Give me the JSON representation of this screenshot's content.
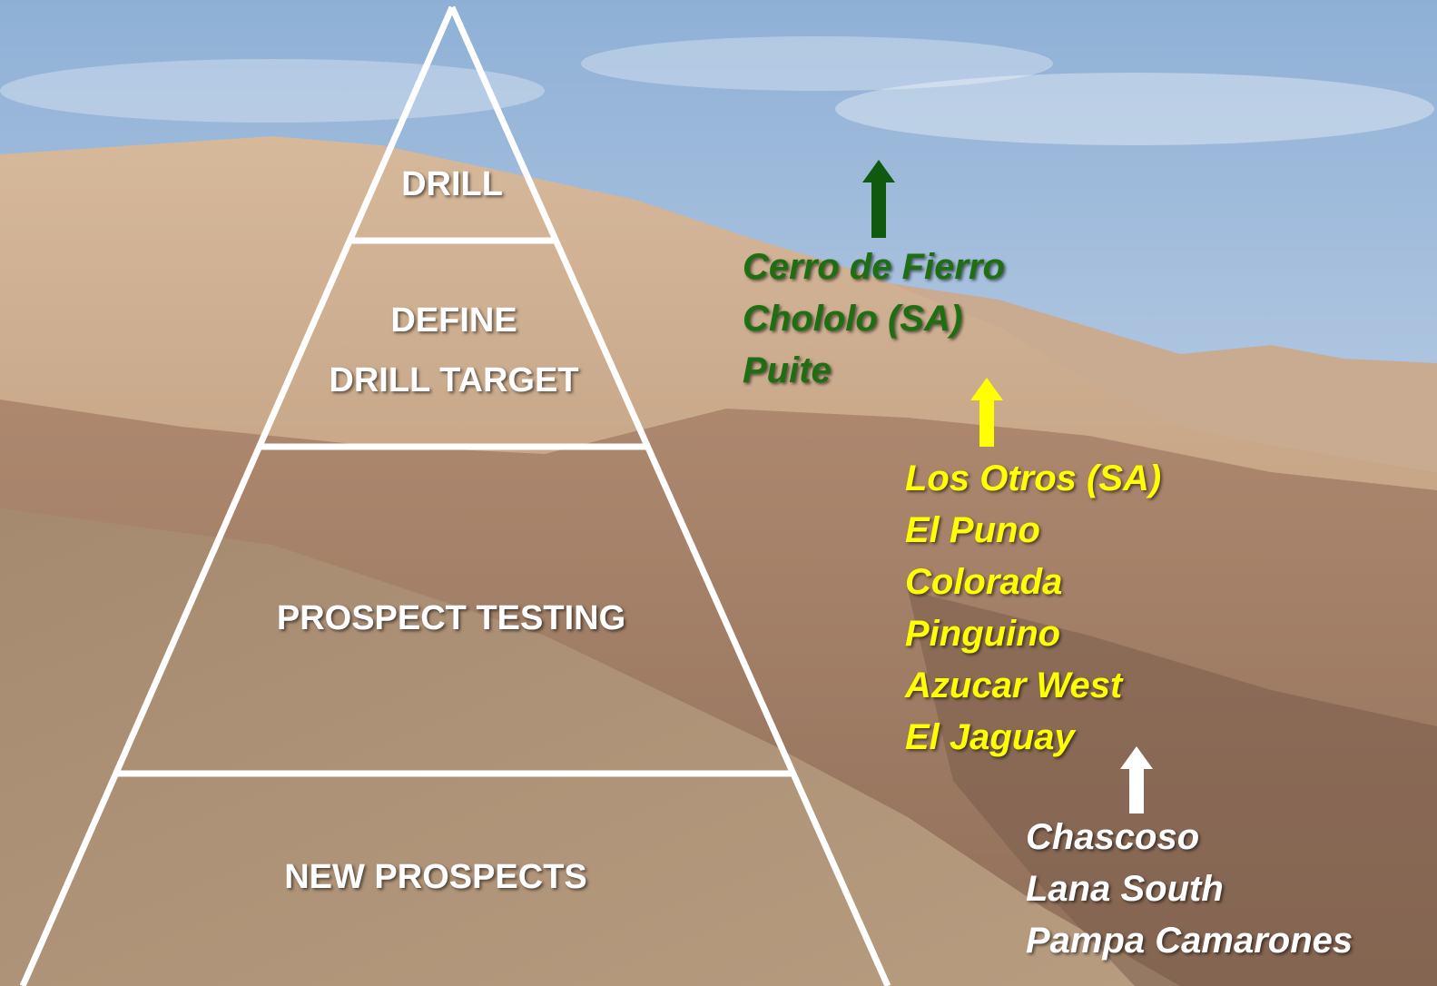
{
  "pyramid": {
    "tiers": [
      {
        "id": "drill",
        "lines": [
          "DRILL"
        ]
      },
      {
        "id": "define",
        "lines": [
          "DEFINE",
          "DRILL TARGET"
        ]
      },
      {
        "id": "prospect_testing",
        "lines": [
          "PROSPECT TESTING"
        ]
      },
      {
        "id": "new_prospects",
        "lines": [
          "NEW PROSPECTS"
        ]
      }
    ],
    "outline_color": "#ffffff"
  },
  "project_groups": [
    {
      "id": "drill_stage",
      "color": "#1e6e12",
      "arrow_color": "#0f5a0f",
      "projects": [
        "Cerro de Fierro",
        "Chololo (SA)",
        "Puite"
      ]
    },
    {
      "id": "define_stage",
      "color": "#ffff00",
      "arrow_color": "#ffff00",
      "projects": [
        "Los Otros (SA)",
        "El Puno",
        "Colorada",
        "Pinguino",
        "Azucar West",
        "El Jaguay"
      ]
    },
    {
      "id": "testing_stage",
      "color": "#ffffff",
      "arrow_color": "#ffffff",
      "projects": [
        "Chascoso",
        "Lana South",
        "Pampa Camarones"
      ]
    }
  ],
  "background": {
    "sky_top": "#8fb0d6",
    "sky_bottom": "#d8e3ee",
    "desert_light": "#c7a98a",
    "desert_dark": "#8a6a55"
  }
}
